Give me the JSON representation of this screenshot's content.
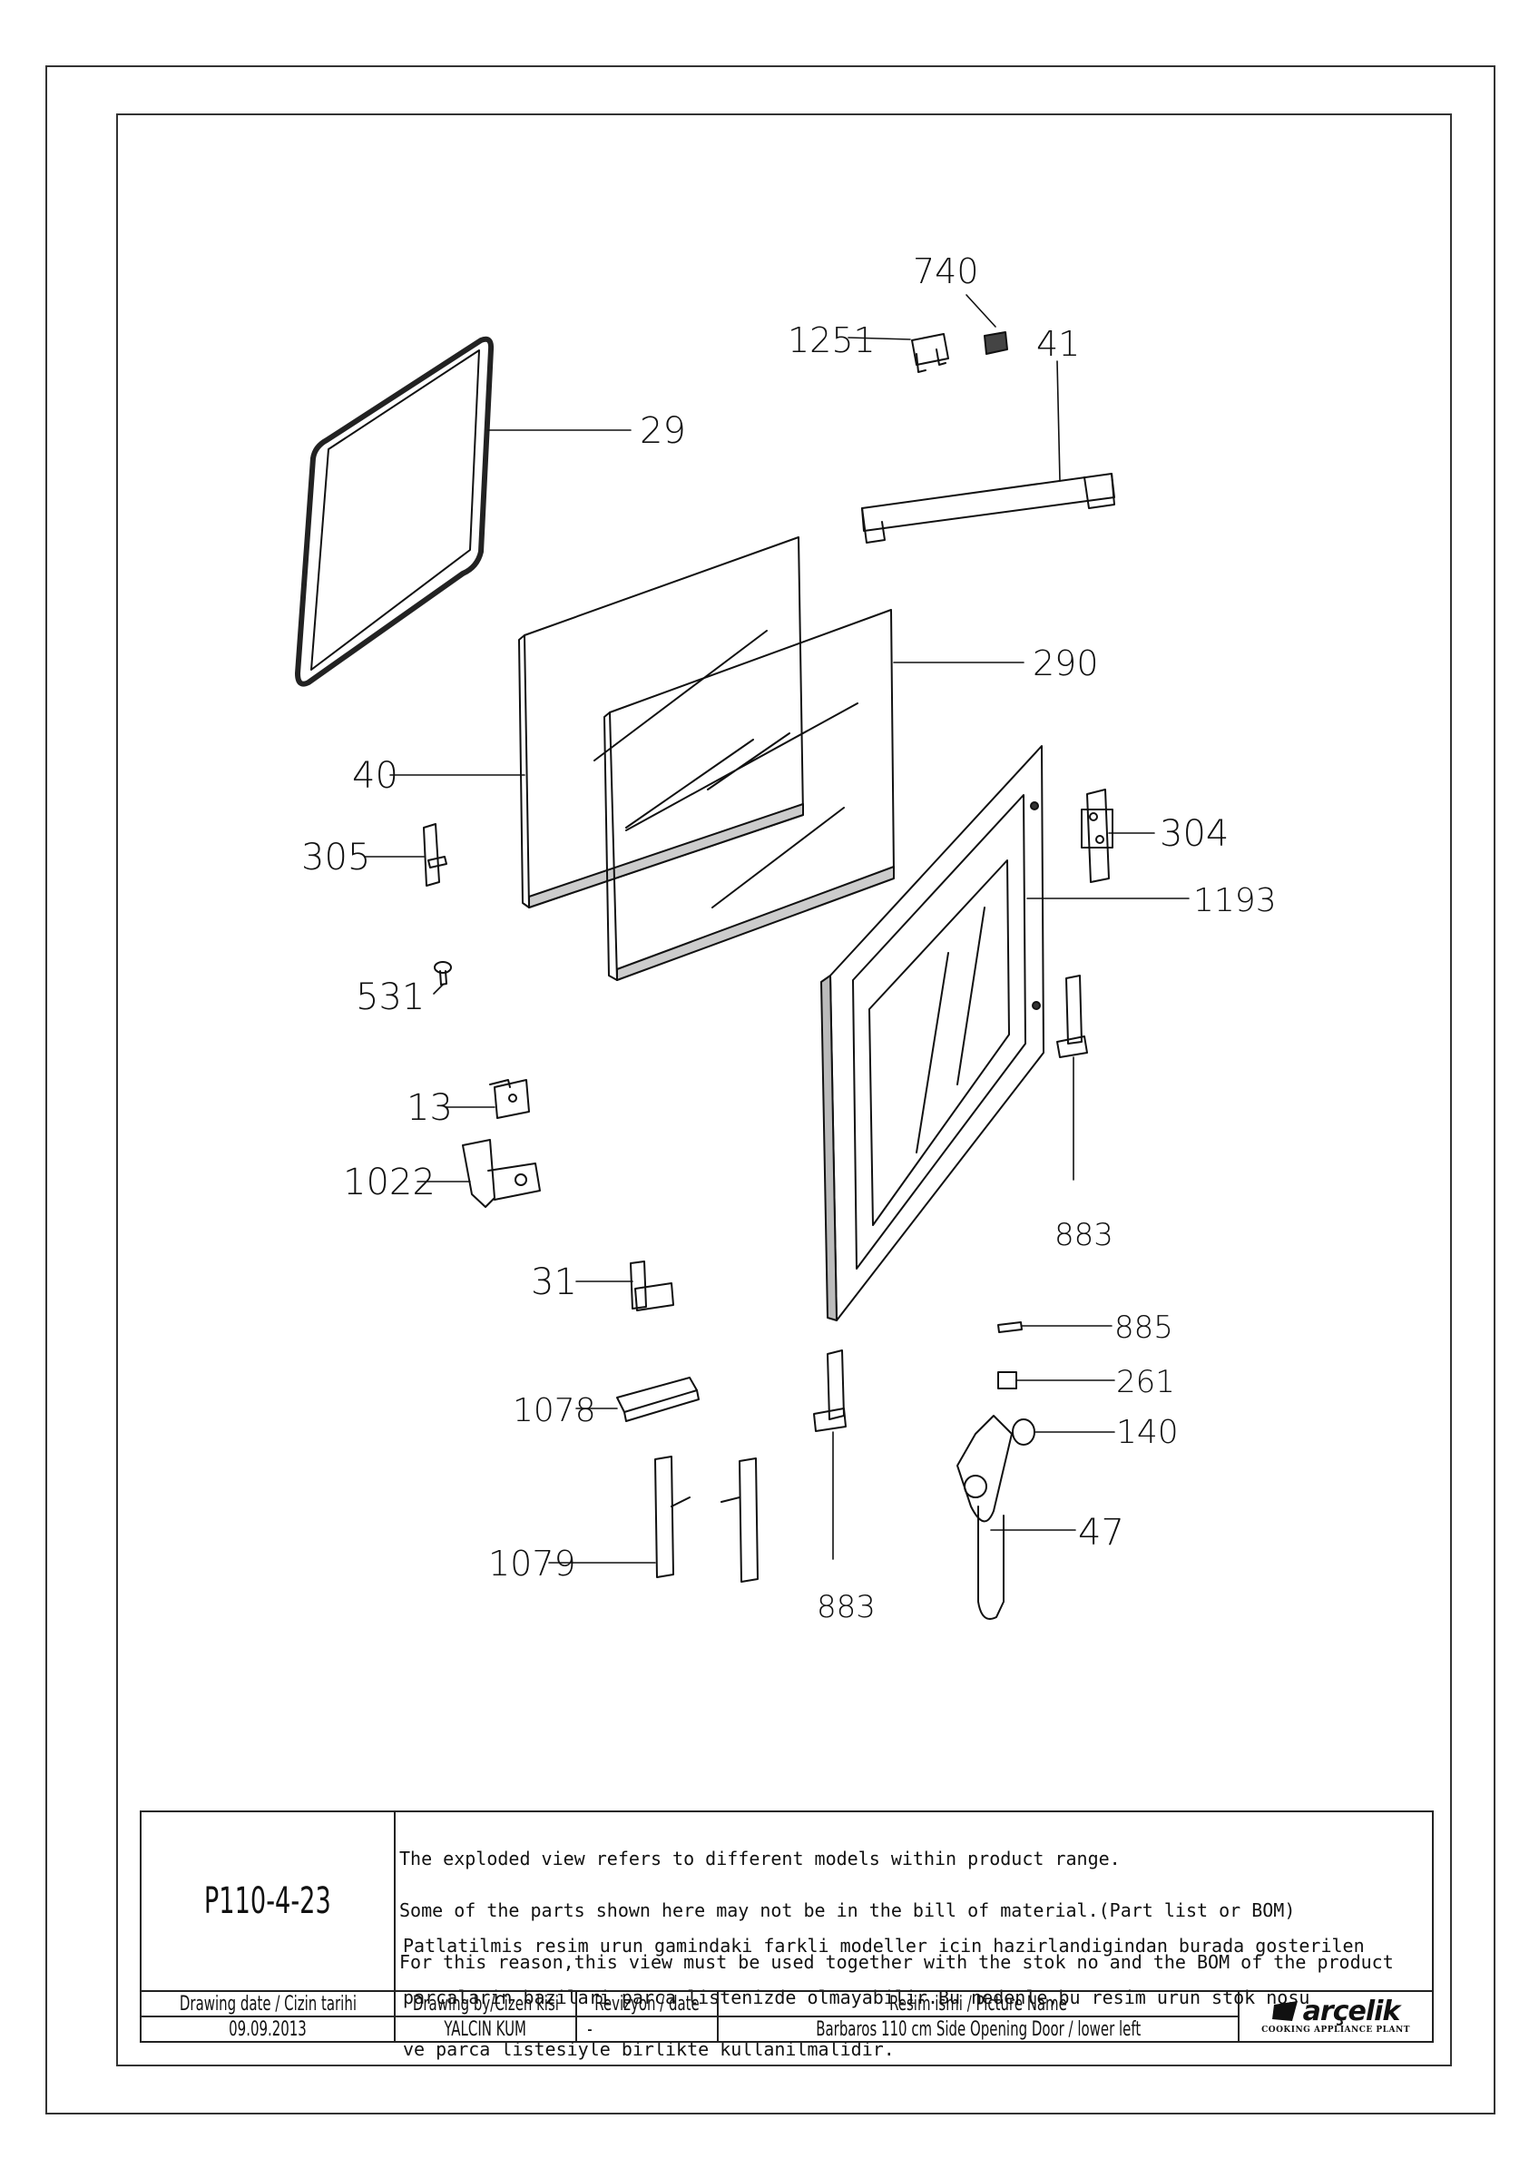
{
  "callouts": [
    {
      "id": "c740",
      "label": "740"
    },
    {
      "id": "c1251",
      "label": "1251"
    },
    {
      "id": "c41",
      "label": "41"
    },
    {
      "id": "c29",
      "label": "29"
    },
    {
      "id": "c290",
      "label": "290"
    },
    {
      "id": "c40",
      "label": "40"
    },
    {
      "id": "c305",
      "label": "305"
    },
    {
      "id": "c304",
      "label": "304"
    },
    {
      "id": "c1193",
      "label": "1193"
    },
    {
      "id": "c531",
      "label": "531"
    },
    {
      "id": "c13",
      "label": "13"
    },
    {
      "id": "c1022",
      "label": "1022"
    },
    {
      "id": "c883a",
      "label": "883"
    },
    {
      "id": "c31",
      "label": "31"
    },
    {
      "id": "c885",
      "label": "885"
    },
    {
      "id": "c261",
      "label": "261"
    },
    {
      "id": "c140",
      "label": "140"
    },
    {
      "id": "c1078",
      "label": "1078"
    },
    {
      "id": "c47",
      "label": "47"
    },
    {
      "id": "c1079",
      "label": "1079"
    },
    {
      "id": "c883b",
      "label": "883"
    }
  ],
  "title_block": {
    "drawing_code": "P110-4-23",
    "note_en": [
      "The exploded view refers to different models within product range.",
      "Some of the parts shown here may not be in the bill of material.(Part list or BOM)",
      "For this reason,this view must be used together with the stok no and the BOM of the product"
    ],
    "note_tr": [
      "Patlatilmis resim urun gamindaki farkli modeller icin hazirlandigindan burada gosterilen",
      "parcalarin bazilari parca listenizde olmayabilir.Bu nedenle,bu resim urun stok nosu",
      "ve parca listesiyle birlikte kullanilmalidir."
    ],
    "headers": {
      "date": "Drawing date / Cizin tarihi",
      "by": "Drawing by/Cizen kisi",
      "rev": "Revizyon / date",
      "name": "Resim ismi / Picture Name"
    },
    "values": {
      "date": "09.09.2013",
      "by": "YALCIN KUM",
      "rev": "-",
      "name": "Barbaros 110 cm Side Opening Door / lower left"
    },
    "logo": {
      "brand": "arçelik",
      "subtitle": "COOKING APPLIANCE PLANT"
    }
  }
}
